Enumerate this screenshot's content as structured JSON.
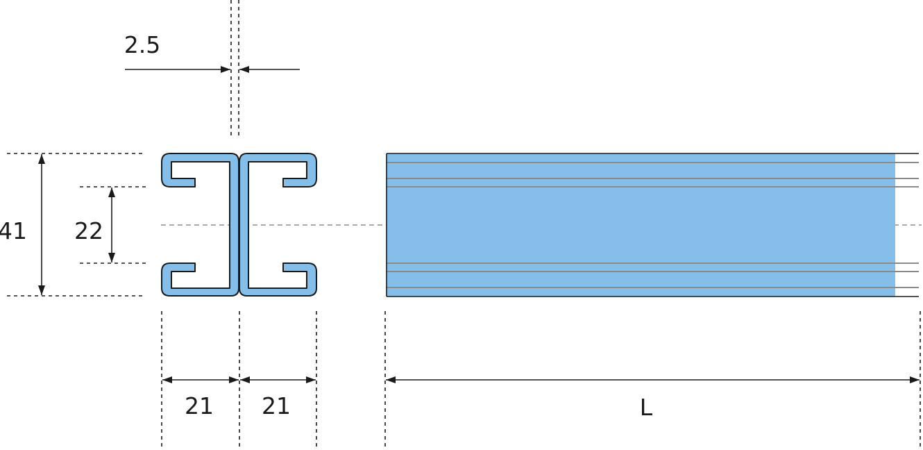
{
  "labels": {
    "thickness": "2.5",
    "height": "41",
    "slot": "22",
    "half_width_left": "21",
    "half_width_right": "21",
    "length": "L"
  },
  "colors": {
    "profile_fill": "#85bfe9",
    "line": "#1a1a1a",
    "groove": "#8a8a8a",
    "centerline": "#777777"
  }
}
